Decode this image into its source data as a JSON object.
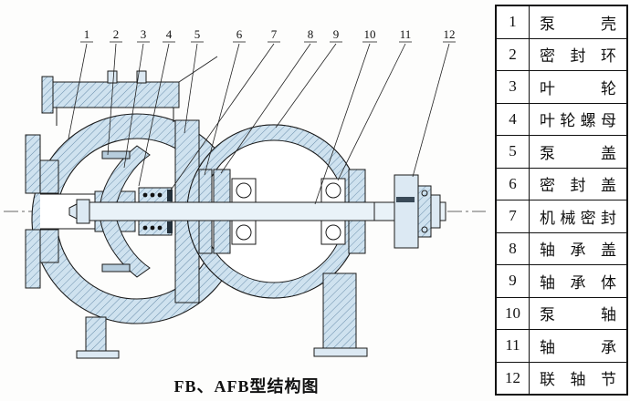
{
  "caption": "FB、AFB型结构图",
  "callouts": [
    "1",
    "2",
    "3",
    "4",
    "5",
    "6",
    "7",
    "8",
    "9",
    "10",
    "11",
    "12"
  ],
  "parts_table": {
    "rows": [
      {
        "num": "1",
        "name": "泵壳"
      },
      {
        "num": "2",
        "name": "密封环"
      },
      {
        "num": "3",
        "name": "叶轮"
      },
      {
        "num": "4",
        "name": "叶轮螺母"
      },
      {
        "num": "5",
        "name": "泵盖"
      },
      {
        "num": "6",
        "name": "密封盖"
      },
      {
        "num": "7",
        "name": "机械密封"
      },
      {
        "num": "8",
        "name": "轴承盖"
      },
      {
        "num": "9",
        "name": "轴承体"
      },
      {
        "num": "10",
        "name": "泵轴"
      },
      {
        "num": "11",
        "name": "轴承"
      },
      {
        "num": "12",
        "name": "联轴节"
      }
    ]
  },
  "colors": {
    "section_fill": "#cfe2ef",
    "metal_fill": "#dce9f3",
    "line": "#1a1a1a"
  }
}
